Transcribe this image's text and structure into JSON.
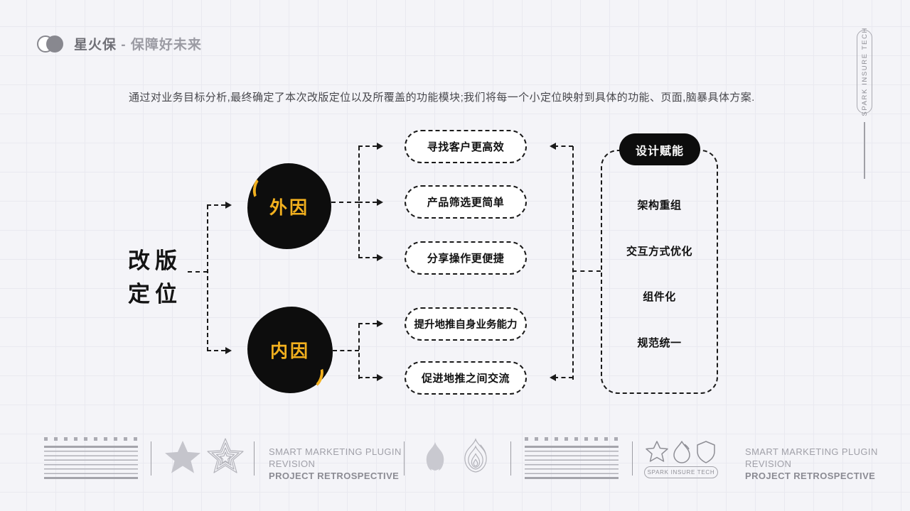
{
  "header": {
    "brand": "星火保",
    "tagline": "- 保障好未来"
  },
  "side": {
    "vertical_badge": "SPARK INSURE TECH"
  },
  "intro": {
    "text": "通过对业务目标分析,最终确定了本次改版定位以及所覆盖的功能模块;我们将每一个小定位映射到具体的功能、页面,脑暴具体方案."
  },
  "diagram": {
    "root": {
      "line1": "改版",
      "line2": "定位"
    },
    "factors": [
      {
        "label": "外因"
      },
      {
        "label": "内因"
      }
    ],
    "goals": [
      "寻找客户更高效",
      "产品筛选更简单",
      "分享操作更便捷",
      "提升地推自身业务能力",
      "促进地推之间交流"
    ],
    "design": {
      "title": "设计赋能",
      "items": [
        "架构重组",
        "交互方式优化",
        "组件化",
        "规范统一"
      ]
    }
  },
  "footer": {
    "project_lines": [
      "SMART MARKETING PLUGIN",
      "REVISION",
      "PROJECT RETROSPECTIVE"
    ],
    "badge": "SPARK INSURE TECH",
    "icons": [
      "lined-paper",
      "star-filled",
      "star-scribble",
      "flame-filled",
      "flame-scribble",
      "star-outline",
      "drop-outline",
      "shield-outline"
    ]
  },
  "colors": {
    "accent": "#f2b01e",
    "ink": "#111111",
    "gray": "#9a9aa2"
  }
}
